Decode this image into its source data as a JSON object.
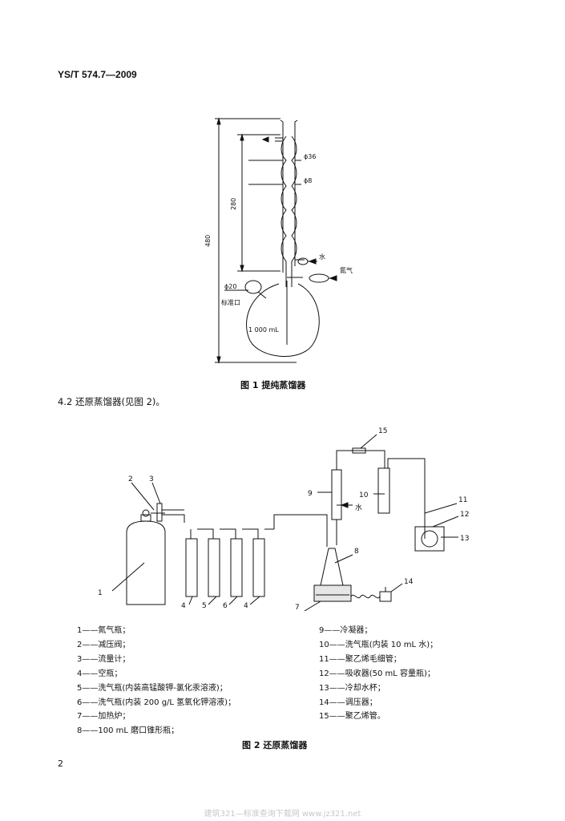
{
  "header": {
    "standard_no": "YS/T 574.7—2009"
  },
  "figure1": {
    "caption": "图 1   提纯蒸馏器",
    "labels": {
      "d36": "ϕ36",
      "d8": "ϕ8",
      "h280": "280",
      "h480": "480",
      "water": "水",
      "nitrogen": "氮气",
      "d20": "ϕ20",
      "std_port": "标准口",
      "volume": "1 000 mL"
    }
  },
  "section": {
    "text": "4.2   还原蒸馏器(见图 2)。"
  },
  "figure2": {
    "caption": "图 2   还原蒸馏器",
    "callouts": [
      "1",
      "2",
      "3",
      "4",
      "5",
      "6",
      "4",
      "7",
      "8",
      "9",
      "10",
      "11",
      "12",
      "13",
      "14",
      "15"
    ],
    "water_label": "水",
    "legend_left": [
      "1——氮气瓶；",
      "2——减压阀；",
      "3——流量计；",
      "4——空瓶；",
      "5——洗气瓶(内装高锰酸钾-氯化汞溶液)；",
      "6——洗气瓶(内装 200 g/L 氢氧化钾溶液)；",
      "7——加热炉；",
      "8——100 mL 磨口锥形瓶；"
    ],
    "legend_right": [
      "9——冷凝器；",
      "10——洗气瓶(内装 10 mL 水)；",
      "11——聚乙烯毛细管；",
      "12——吸收器(50 mL 容量瓶)；",
      "13——冷却水杯；",
      "14——调压器；",
      "15——聚乙烯管。"
    ]
  },
  "page_number": "2",
  "watermark": "建筑321—标准查询下载网   www.jz321.net"
}
